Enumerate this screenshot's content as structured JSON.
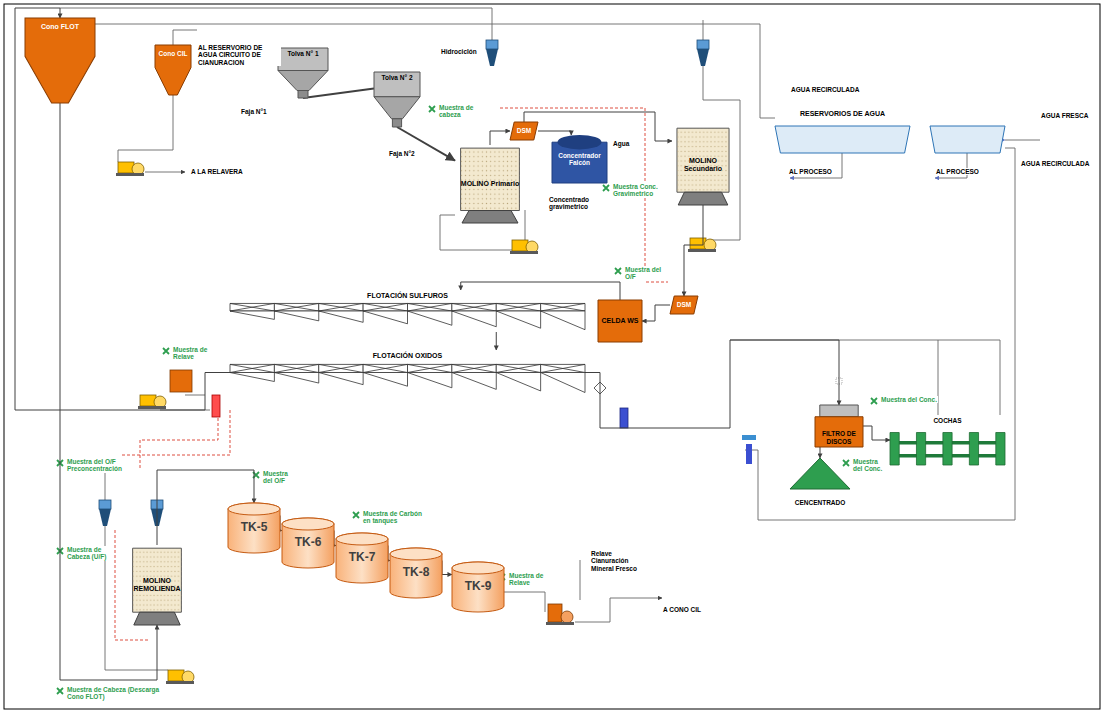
{
  "diagram": {
    "nodes": [
      {
        "text": [
          "Cono FLOT"
        ]
      },
      {
        "text": [
          "Cono CIL"
        ]
      },
      {
        "text": [
          "Tolva N° 1"
        ]
      },
      {
        "text": [
          "Tolva N° 2"
        ]
      },
      {
        "text": [
          "MOLINO Primario"
        ]
      },
      {
        "text": [
          "Concentrador Falcón"
        ]
      },
      {
        "text": [
          "DSM"
        ]
      },
      {
        "text": [
          "MOLINO Secundario"
        ]
      },
      {
        "text": [
          "DSM"
        ]
      },
      {
        "text": [
          "CELDA WS"
        ]
      },
      {
        "text": [
          "FLOTACIÓN SULFUROS"
        ]
      },
      {
        "text": [
          "FLOTACIÓN OXIDOS"
        ]
      },
      {
        "text": [
          "MOLINO REMOLIENDA"
        ]
      },
      {
        "text": [
          "TK-5"
        ]
      },
      {
        "text": [
          "TK-6"
        ]
      },
      {
        "text": [
          "TK-7"
        ]
      },
      {
        "text": [
          "TK-8"
        ]
      },
      {
        "text": [
          "TK-9"
        ]
      },
      {
        "text": [
          "FILTRO DE DISCOS"
        ]
      },
      {
        "text": [
          "CENCENTRADO"
        ]
      },
      {
        "text": [
          "COCHAS"
        ]
      },
      {
        "text": [
          "RESERVORIOS DE AGUA"
        ]
      }
    ],
    "edges": [
      {
        "from": 2,
        "to": 3,
        "arrow": "none"
      },
      {
        "from": 3,
        "to": 4,
        "arrow": "to"
      },
      {
        "from": 4,
        "to": 6,
        "arrow": "to"
      },
      {
        "from": 6,
        "to": 5,
        "arrow": "to"
      },
      {
        "from": 6,
        "to": 7,
        "arrow": "to"
      },
      {
        "from": 7,
        "to": 8,
        "arrow": "to"
      },
      {
        "from": 8,
        "to": 9,
        "arrow": "to"
      },
      {
        "from": 9,
        "to": 10,
        "arrow": "to"
      },
      {
        "from": 10,
        "to": 11,
        "arrow": "to"
      },
      {
        "from": 11,
        "to": 0,
        "arrow": "to"
      },
      {
        "from": 0,
        "to": 12,
        "arrow": "to"
      },
      {
        "from": 12,
        "to": 13,
        "arrow": "to"
      },
      {
        "from": 13,
        "to": 14,
        "arrow": "to"
      },
      {
        "from": 14,
        "to": 15,
        "arrow": "to"
      },
      {
        "from": 15,
        "to": 16,
        "arrow": "to"
      },
      {
        "from": 16,
        "to": 17,
        "arrow": "to"
      },
      {
        "from": 11,
        "to": 18,
        "arrow": "to"
      },
      {
        "from": 18,
        "to": 19,
        "arrow": "to"
      },
      {
        "from": 18,
        "to": 20,
        "arrow": "to"
      }
    ],
    "labels": [
      "AL RESERVORIO DE AGUA CIRCUITO DE CIANURACION",
      "A LA RELAVERA",
      "Faja N°1",
      "Faja N°2",
      "Muestra de cabeza",
      "Agua",
      "Muestra Conc. Gravimetrico",
      "Concentrado gravimetrico",
      "AGUA RECIRCULADA",
      "AGUA FRESCA",
      "AGUA RECIRCULADA",
      "AL PROCESO",
      "AL PROCESO",
      "Muestra del O/F",
      "Muestra de Relave",
      "Muestra del O/F Preconcentración",
      "Muestra de Cabeza (U/F)",
      "Muestra de Cabeza (Descarga Cono FLOT)",
      "Muestra del O/F",
      "Muestra de Carbón en tanques",
      "Muestra de Relave",
      "Relave Cianuración Mineral Fresco",
      "A CONO CIL",
      "Muestra del Conc.",
      "Muestra del Conc.",
      "Hidrociclón"
    ]
  }
}
